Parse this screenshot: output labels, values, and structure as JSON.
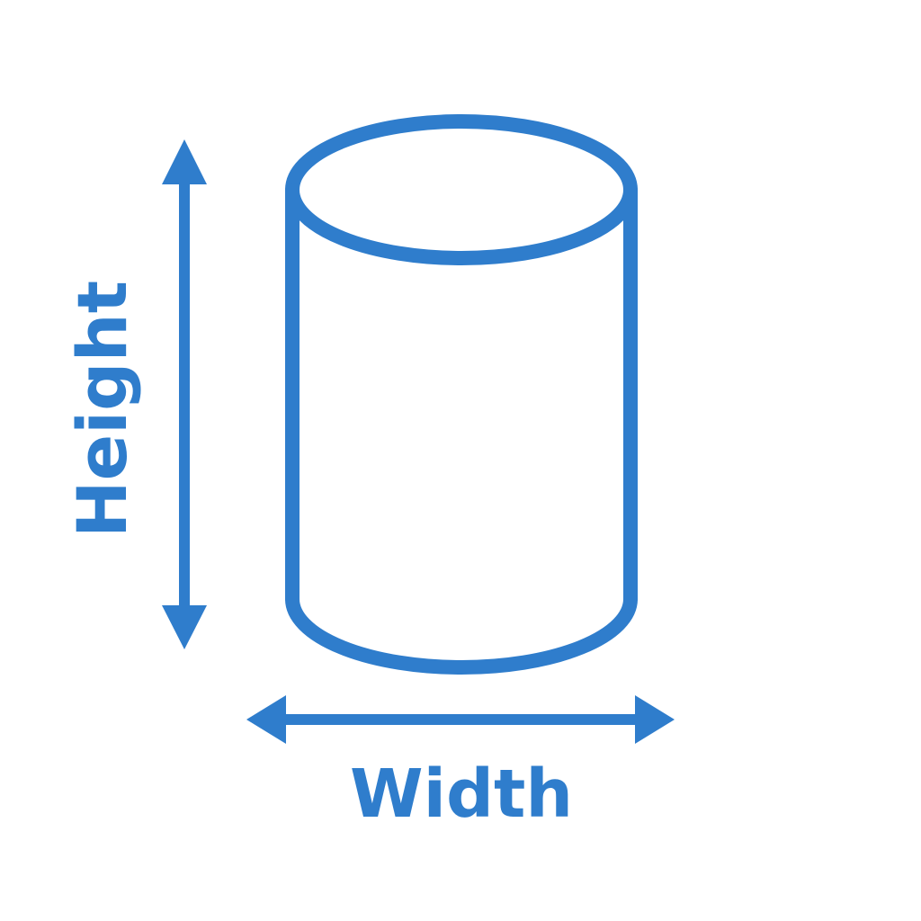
{
  "diagram": {
    "accent_color": "#2f7dcc",
    "background_color": "#ffffff",
    "shape": "cylinder",
    "labels": {
      "height": "Height",
      "width": "Width"
    }
  }
}
